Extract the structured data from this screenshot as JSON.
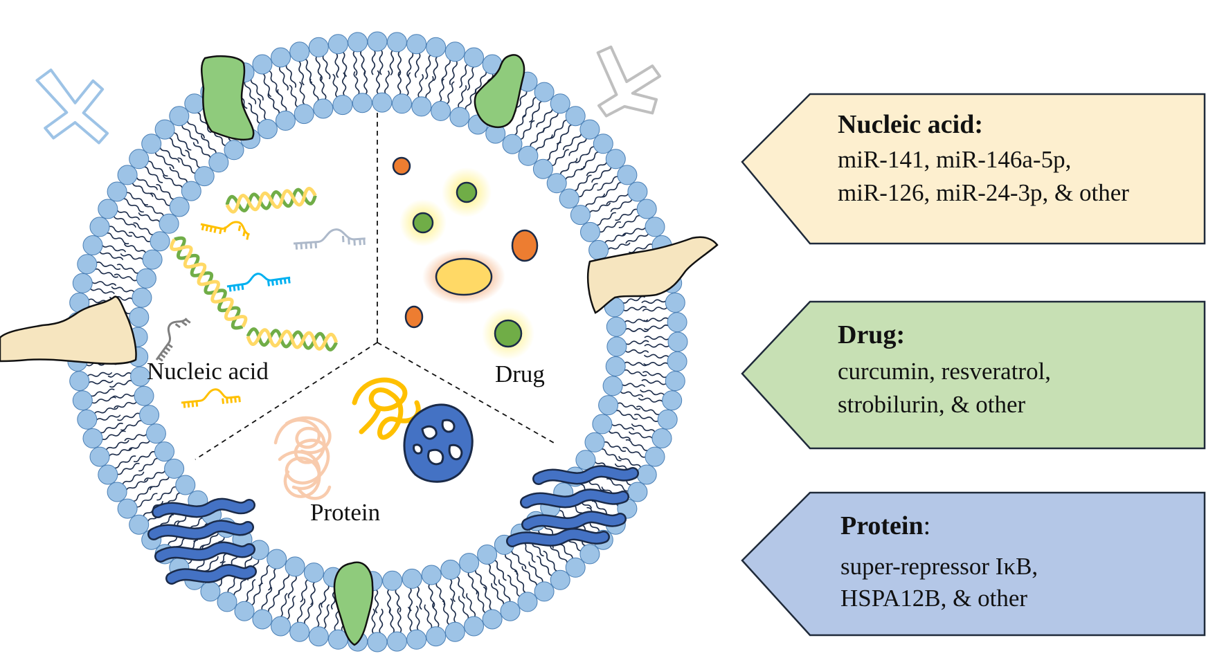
{
  "vesicle": {
    "sections": {
      "nucleic_acid": "Nucleic acid",
      "drug": "Drug",
      "protein": "Protein"
    }
  },
  "callouts": [
    {
      "id": "nucleic-acid",
      "title": "Nucleic acid:",
      "title_suffix": "",
      "lines": [
        "miR-141, miR-146a-5p,",
        "miR-126, miR-24-3p, & other"
      ],
      "fill": "#fdefcf"
    },
    {
      "id": "drug",
      "title": "Drug:",
      "title_suffix": "",
      "lines": [
        "curcumin, resveratrol,",
        "strobilurin, & other"
      ],
      "fill": "#c7e0b4"
    },
    {
      "id": "protein",
      "title": "Protein",
      "title_suffix": ":",
      "lines": [
        "super-repressor IκB,",
        "HSPA12B, & other"
      ],
      "fill": "#b4c7e7"
    }
  ],
  "colors": {
    "lipid_head": "#9dc3e6",
    "lipid_head_stroke": "#4a7fb5",
    "lipid_tail": "#1a2a48",
    "green_protein": "#8fcb7c",
    "beige_protein": "#f6e5bf",
    "blue_protein": "#4472c4",
    "drug_orange": "#ed7d31",
    "drug_green": "#70ad47",
    "drug_yellow": "#ffd966",
    "callout_stroke": "#1f2a3a"
  }
}
